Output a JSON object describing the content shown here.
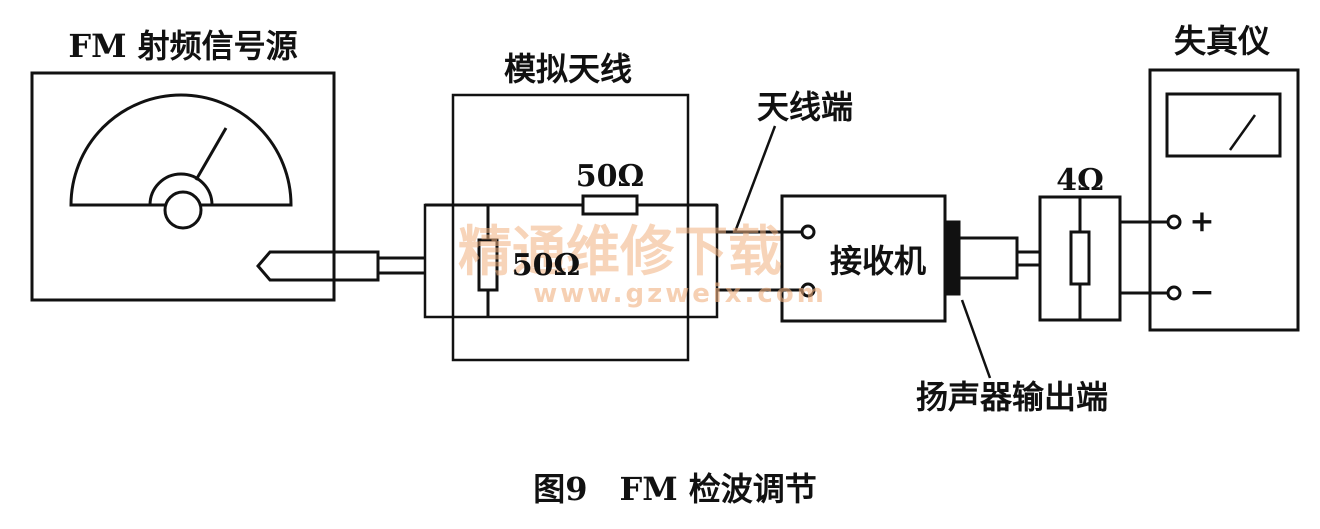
{
  "labels": {
    "signal_source": "FM 射频信号源",
    "dummy_antenna": "模拟天线",
    "series_resistor": "50Ω",
    "shunt_resistor": "50Ω",
    "antenna_terminal": "天线端",
    "receiver": "接收机",
    "load_resistor": "4Ω",
    "distortion_meter": "失真仪",
    "plus_terminal": "+",
    "minus_terminal": "−",
    "speaker_output": "扬声器输出端"
  },
  "watermark": {
    "text": "精通维修下载",
    "url": "www.gzweix.com",
    "color": "#f0b080"
  },
  "caption": "图9　FM 检波调节"
}
